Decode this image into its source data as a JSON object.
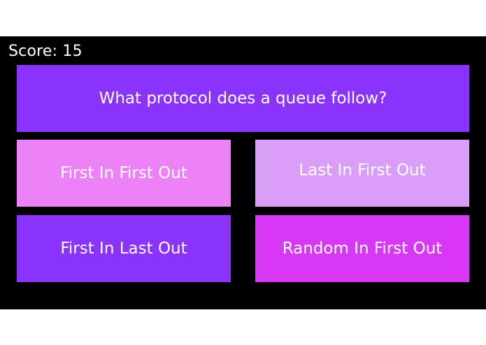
{
  "score": {
    "text": "Score: 15"
  },
  "question": {
    "text": "What protocol does a queue follow?"
  },
  "answers": [
    {
      "label": "First In First Out",
      "color": "#ec82f5"
    },
    {
      "label": "Last In First Out",
      "color": "#d99ef7"
    },
    {
      "label": "First In Last Out",
      "color": "#8a34fb"
    },
    {
      "label": "Random In First Out",
      "color": "#d838f6"
    }
  ],
  "colors": {
    "background": "#000000",
    "question_panel": "#8a34fb",
    "text": "#ffffff"
  }
}
